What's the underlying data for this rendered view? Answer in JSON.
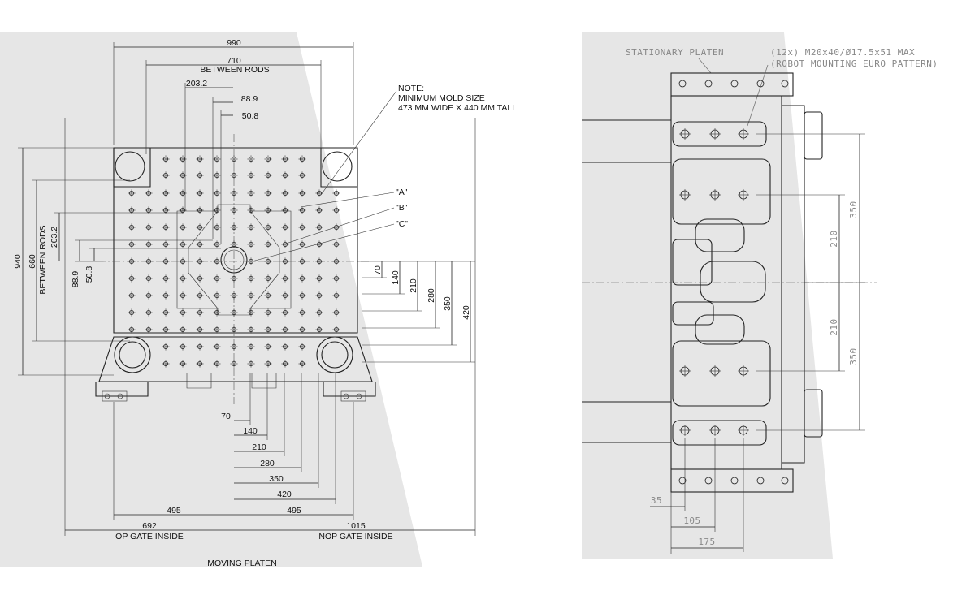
{
  "moving_platen": {
    "overall_width": "990",
    "between_rods_h_value": "710",
    "between_rods_h_label": "BETWEEN RODS",
    "dim_203_h": "203.2",
    "dim_88_h": "88.9",
    "dim_50_h": "50.8",
    "note_title": "NOTE:",
    "note_line1": "MINIMUM MOLD SIZE",
    "note_line2": "473 MM WIDE X 440 MM TALL",
    "callout_a": "\"A\"",
    "callout_b": "\"B\"",
    "callout_c": "\"C\"",
    "overall_height": "940",
    "between_rods_v_value": "660",
    "between_rods_v_label": "BETWEEN RODS",
    "dim_203_v": "203.2",
    "dim_88_v": "88.9",
    "dim_50_v": "50.8",
    "right_dims": [
      "70",
      "140",
      "210",
      "280",
      "350",
      "420"
    ],
    "bottom_dims": [
      "70",
      "140",
      "210",
      "280",
      "350",
      "420"
    ],
    "left_495": "495",
    "right_495": "495",
    "op_value": "692",
    "op_label": "OP GATE INSIDE",
    "nop_value": "1015",
    "nop_label": "NOP GATE INSIDE",
    "caption": "MOVING PLATEN"
  },
  "stationary_platen": {
    "label": "STATIONARY PLATEN",
    "robot_line1": "(12x) M20x40/Ø17.5x51 MAX",
    "robot_line2": "(ROBOT MOUNTING EURO PATTERN)",
    "right_dims": [
      "350",
      "210",
      "210",
      "350"
    ],
    "bottom_dims": [
      "35",
      "105",
      "175"
    ]
  }
}
